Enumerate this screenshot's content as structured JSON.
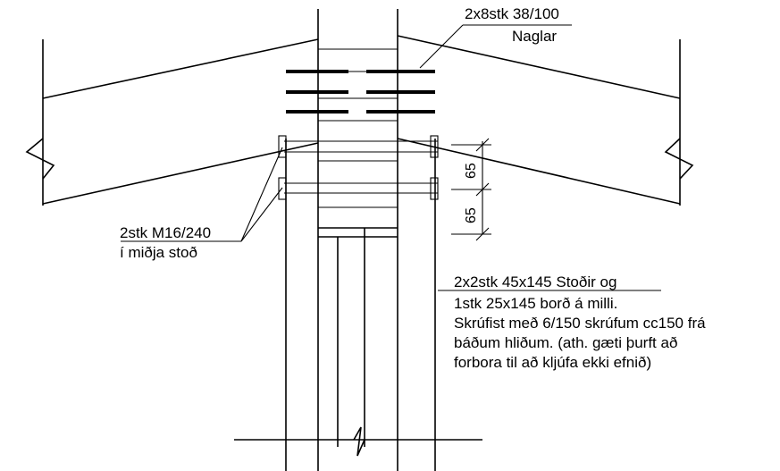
{
  "labels": {
    "nails_line1": "2x8stk 38/100",
    "nails_line2": "Naglar",
    "bolts_line1": "2stk M16/240",
    "bolts_line2": "í miðja stoð",
    "posts_line1": "2x2stk 45x145 Stoðir og",
    "posts_line2": "1stk 25x145 borð á milli.",
    "posts_line3": "Skrúfist með 6/150 skrúfum cc150 frá",
    "posts_line4": "báðum hliðum. (ath. gæti þurft að",
    "posts_line5": "forbora til að kljúfa ekki efnið)"
  },
  "dimensions": {
    "upper": "65",
    "lower": "65"
  }
}
